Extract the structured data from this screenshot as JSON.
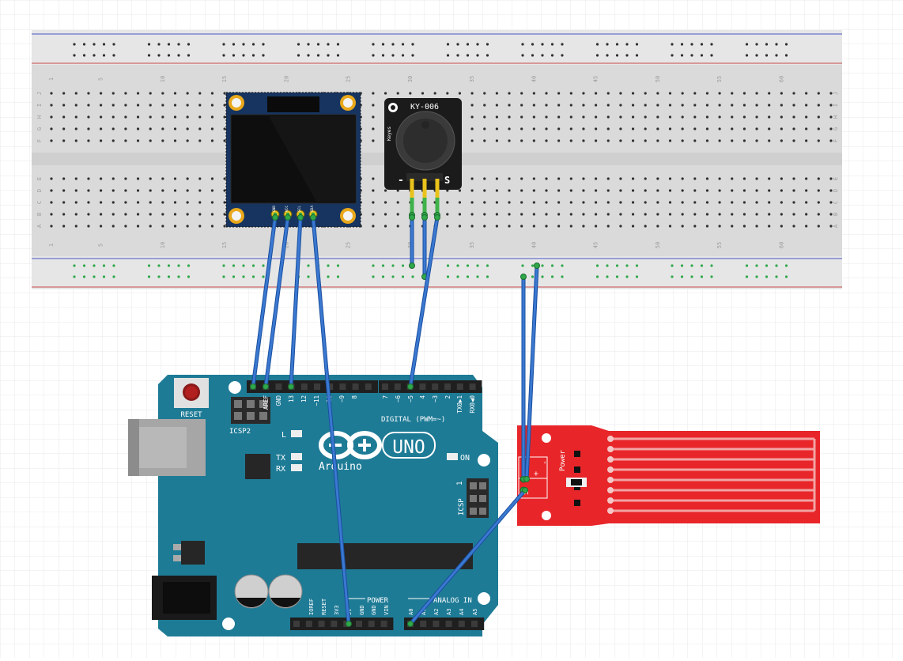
{
  "breadboard": {
    "column_numbers": [
      "1",
      "5",
      "10",
      "15",
      "20",
      "25",
      "30",
      "35",
      "40",
      "45",
      "50",
      "55",
      "60"
    ],
    "rows_top": [
      "J",
      "I",
      "H",
      "G",
      "F"
    ],
    "rows_bottom": [
      "E",
      "D",
      "C",
      "B",
      "A"
    ]
  },
  "oled": {
    "pin_labels": [
      "GND",
      "VCC",
      "SCL",
      "SDA"
    ]
  },
  "buzzer": {
    "model": "KY-006",
    "brand": "Keyes",
    "minus_label": "-",
    "signal_label": "S"
  },
  "arduino": {
    "reset_label": "RESET",
    "icsp2_label": "ICSP2",
    "icsp_label": "ICSP",
    "icsp_pin1": "1",
    "led_l": "L",
    "led_tx": "TX",
    "led_rx": "RX",
    "led_on": "ON",
    "brand": "Arduino",
    "model": "UNO",
    "digital_label": "DIGITAL (PWM=~)",
    "digital_pins": [
      "AREF",
      "GND",
      "13",
      "12",
      "~11",
      "~10",
      "~9",
      "8",
      "7",
      "~6",
      "~5",
      "4",
      "~3",
      "2",
      "TX0▶1",
      "RX0◀0"
    ],
    "power_header_label": "POWER",
    "power_pins": [
      "IOREF",
      "RESET",
      "3V3",
      "5V",
      "GND",
      "GND",
      "VIN"
    ],
    "analog_header_label": "ANALOG IN",
    "analog_pins": [
      "A0",
      "A1",
      "A2",
      "A3",
      "A4",
      "A5"
    ]
  },
  "water_sensor": {
    "power_label": "Power",
    "pin_labels": [
      "S",
      "+",
      "-"
    ]
  },
  "colors": {
    "breadboard": "#dcdcdc",
    "arduino": "#1e7b96",
    "sensor": "#e8262a",
    "wire": "#3a78d1",
    "oled_pcb": "#1a3a6b"
  }
}
